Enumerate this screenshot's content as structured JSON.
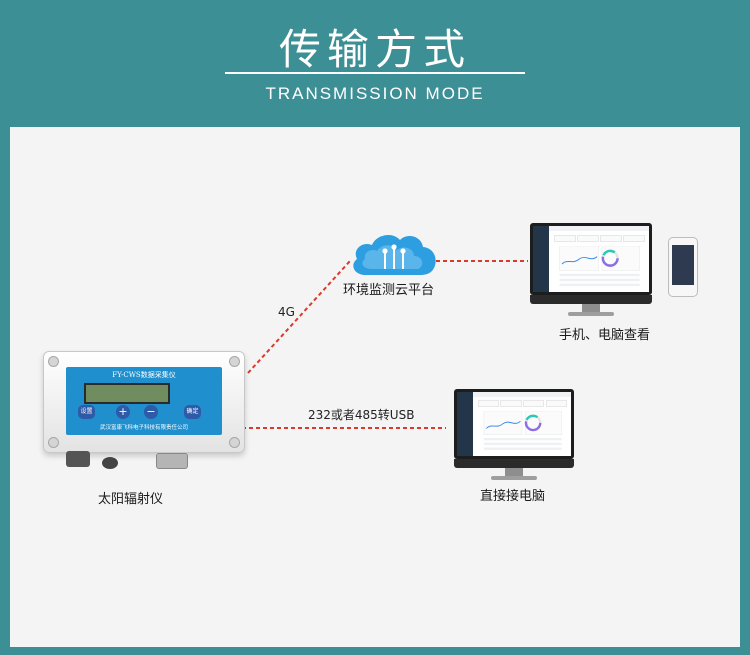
{
  "header": {
    "title": "传输方式",
    "subtitle": "TRANSMISSION MODE"
  },
  "device": {
    "caption": "太阳辐射仪",
    "model_label": "FY-CWS数据采集仪",
    "company_label": "武汉富康飞科电子科技有限责任公司",
    "key_left": "设置",
    "key_plus": "+",
    "key_minus": "−",
    "key_right": "确定"
  },
  "cloud": {
    "caption": "环境监测云平台"
  },
  "links": {
    "upper_label": "4G",
    "lower_label": "232或者485转USB"
  },
  "destinations": {
    "remote_caption": "手机、电脑查看",
    "direct_caption": "直接接电脑"
  },
  "colors": {
    "background": "#3d8f96",
    "panel": "#f4f4f4",
    "link_line": "#d93a2b",
    "device_face": "#1f8fce",
    "cloud": "#1f8fce"
  },
  "icons": [
    "cloud-icon",
    "monitor-icon",
    "phone-icon",
    "device-icon"
  ]
}
